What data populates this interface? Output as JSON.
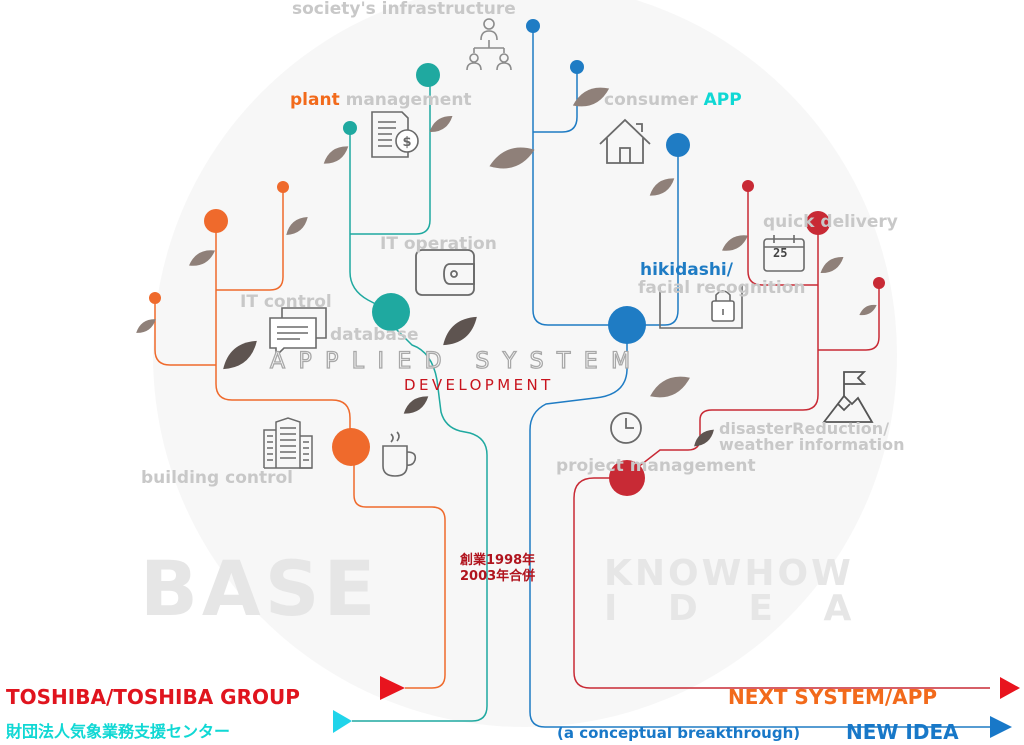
{
  "labels": {
    "society": "society's infrastructure",
    "plant_a": "plant",
    "plant_b": "management",
    "consumer_a": "consumer",
    "consumer_b": "APP",
    "it_operation": "IT operation",
    "quick_delivery": "quick delivery",
    "hikidashi": "hikidashi/",
    "facial": "facial recognition",
    "it_control": "IT control",
    "database": "database",
    "applied_system": "APPLIED SYSTEM",
    "development": "DEVELOPMENT",
    "disaster_a": "disasterReduction/",
    "disaster_b": "weather information",
    "project_mgmt": "project management",
    "building_control": "building control",
    "founded_1": "創業1998年",
    "founded_2": "2003年合併",
    "base": "BASE",
    "knowhow": "KNOWHOW",
    "idea": "I D E A",
    "calendar_day": "25",
    "toshiba": "TOSHIBA/TOSHIBA GROUP",
    "weather_center": "財団法人気象業務支援センター",
    "next_system": "NEXT SYSTEM/APP",
    "concept": "(a conceptual breakthrough)",
    "new_idea": "NEW IDEA"
  },
  "colors": {
    "orange": "#ef6a2c",
    "teal": "#1fa9a0",
    "blue": "#1f7cc4",
    "red": "#c82a35",
    "leaf": "#8f8079",
    "leaf_dark": "#5e5450",
    "label_gray": "#c8c8c8",
    "arrow_red": "#e8141e",
    "arrow_cyan": "#20d4ea",
    "arrow_blue": "#1878c8",
    "text_orange": "#f26a1b",
    "text_cyan": "#10d8d4",
    "text_dark_red": "#b0141e"
  },
  "icons": [
    "people-icon",
    "document-money-icon",
    "home-icon",
    "wallet-icon",
    "calendar-icon",
    "padlock-icon",
    "chat-icon",
    "mountain-flag-icon",
    "clock-icon",
    "building-icon",
    "coffee-cup-icon",
    "leaf-icon"
  ]
}
